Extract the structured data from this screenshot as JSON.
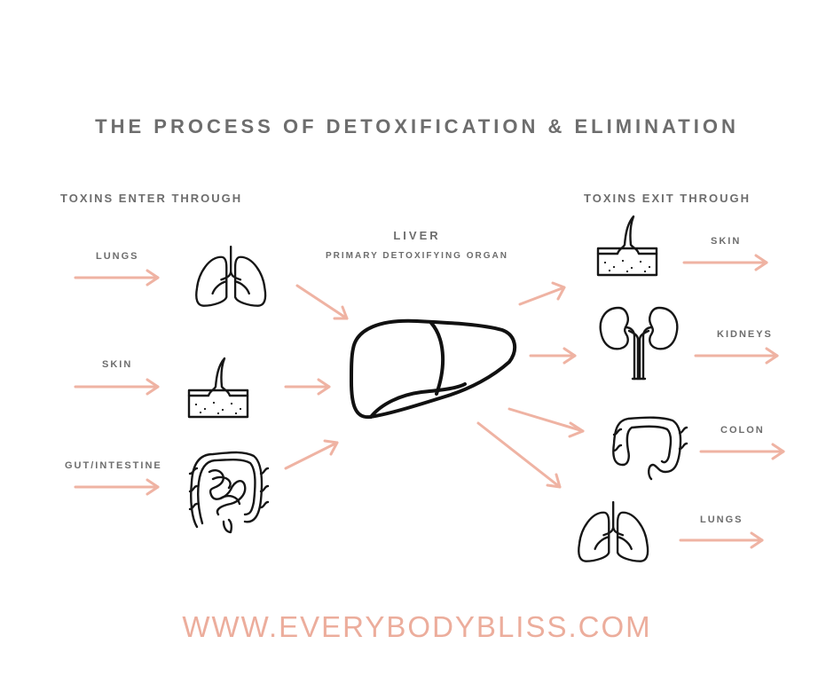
{
  "title": "THE PROCESS OF DETOXIFICATION & ELIMINATION",
  "enter": {
    "header": "TOXINS ENTER THROUGH",
    "items": [
      {
        "label": "LUNGS",
        "icon": "lungs-icon"
      },
      {
        "label": "SKIN",
        "icon": "skin-icon"
      },
      {
        "label": "GUT/INTESTINE",
        "icon": "intestine-icon"
      }
    ]
  },
  "liver": {
    "title": "LIVER",
    "subtitle": "PRIMARY DETOXIFYING ORGAN",
    "icon": "liver-icon"
  },
  "exit": {
    "header": "TOXINS EXIT THROUGH",
    "items": [
      {
        "label": "SKIN",
        "icon": "skin-icon"
      },
      {
        "label": "KIDNEYS",
        "icon": "kidneys-icon"
      },
      {
        "label": "COLON",
        "icon": "colon-icon"
      },
      {
        "label": "LUNGS",
        "icon": "lungs-icon"
      }
    ]
  },
  "footer": {
    "url": "WWW.EVERYBODYBLISS.COM"
  },
  "colors": {
    "text": "#6d6d6d",
    "arrow": "#efb3a3",
    "url": "#ecad9c",
    "icon": "#161616"
  }
}
